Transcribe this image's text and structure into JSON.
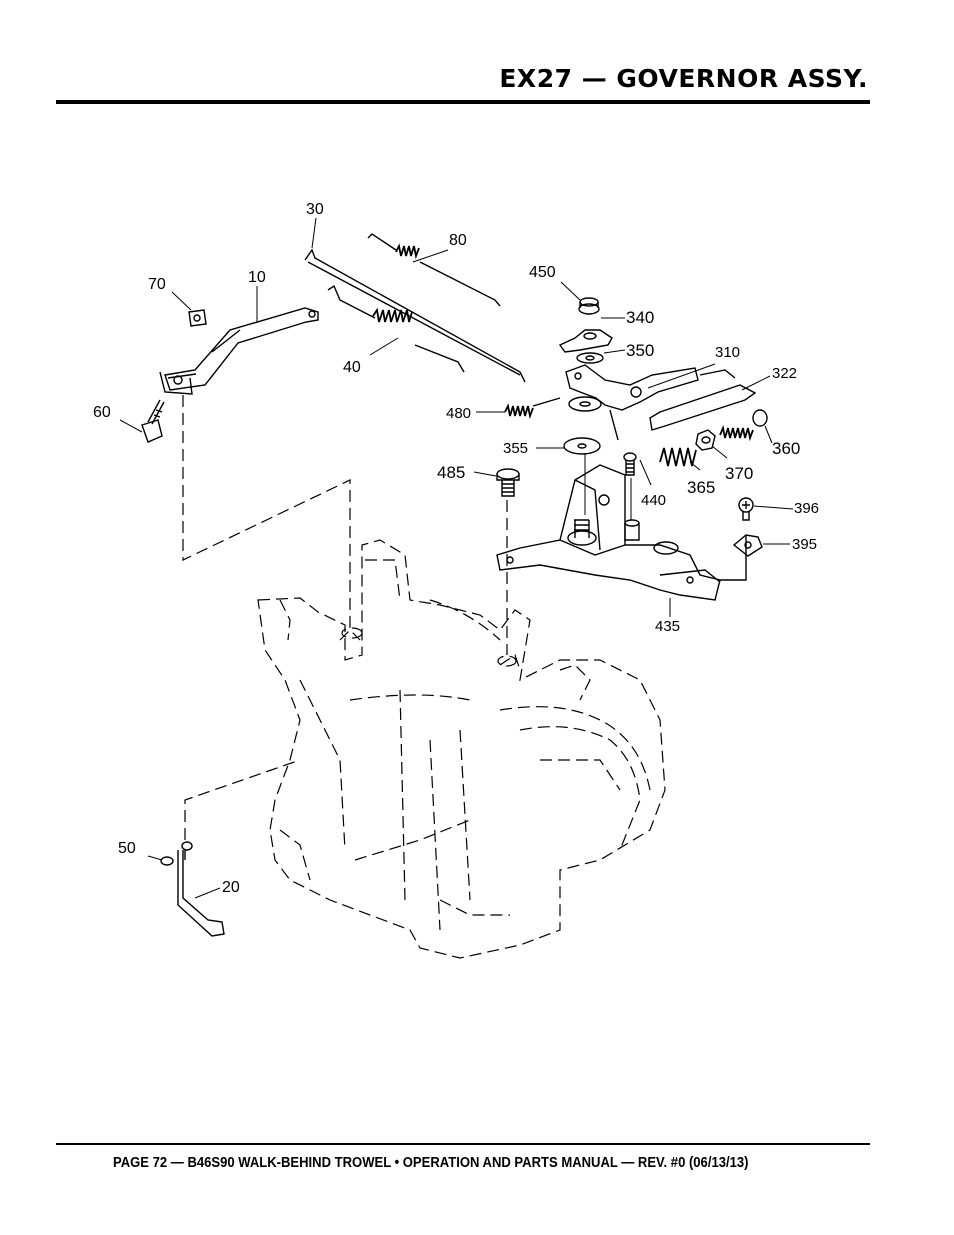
{
  "header": {
    "title": "EX27 — GOVERNOR ASSY."
  },
  "footer": {
    "text": "PAGE 72 — B46S90 WALK-BEHIND TROWEL • OPERATION AND PARTS MANUAL — REV. #0 (06/13/13)"
  },
  "diagram": {
    "callouts": {
      "c10": "10",
      "c20": "20",
      "c30": "30",
      "c40": "40",
      "c50": "50",
      "c60": "60",
      "c70": "70",
      "c80": "80",
      "c310": "310",
      "c322": "322",
      "c340": "340",
      "c350": "350",
      "c355": "355",
      "c360": "360",
      "c365": "365",
      "c370": "370",
      "c395": "395",
      "c396": "396",
      "c435": "435",
      "c440": "440",
      "c450": "450",
      "c480": "480",
      "c485": "485"
    }
  }
}
